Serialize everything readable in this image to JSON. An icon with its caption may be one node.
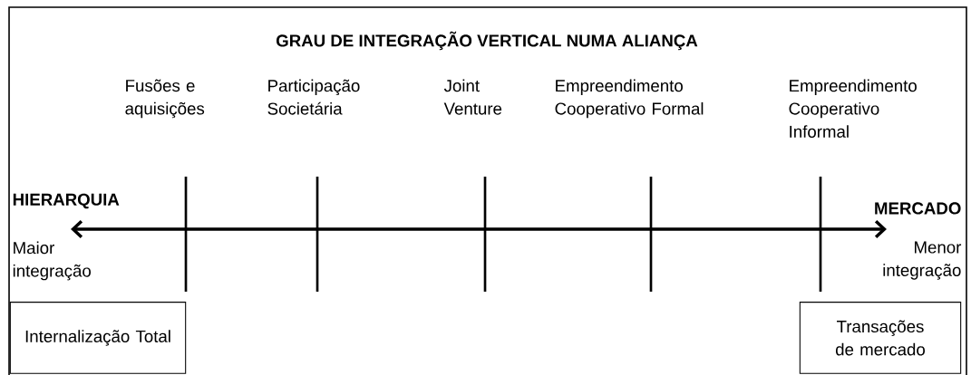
{
  "diagram": {
    "title": "GRAU DE INTEGRAÇÃO VERTICAL NUMA ALIANÇA",
    "nodes": [
      {
        "text": [
          "Internalização Total"
        ]
      },
      {
        "text": [
          "Transações de mercado"
        ]
      }
    ],
    "labels": [
      "Fusões e aquisições",
      "Participação Societária",
      "Joint Venture",
      "Empreendimento Cooperativo Formal",
      "Empreendimento Cooperativo Informal",
      "HIERARQUIA",
      "MERCADO",
      "Maior integração",
      "Menor integração"
    ]
  }
}
